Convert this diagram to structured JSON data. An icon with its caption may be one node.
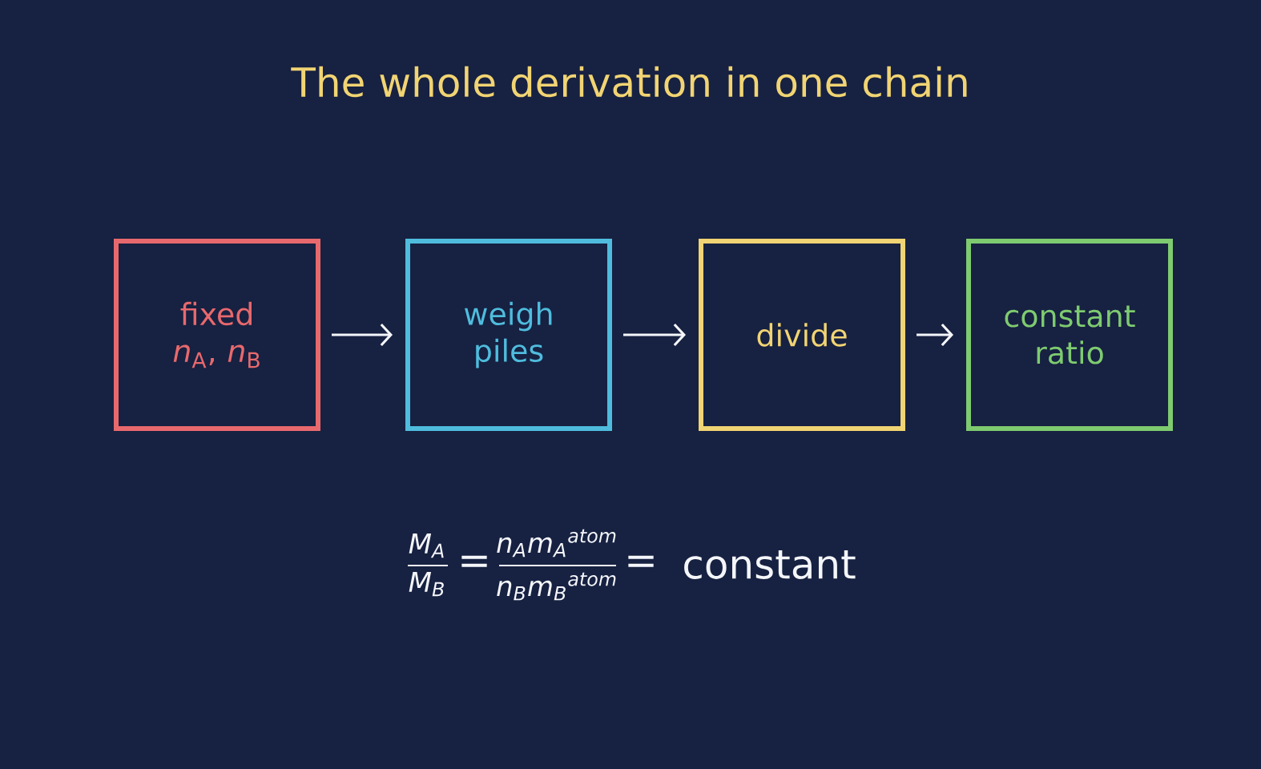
{
  "diagram": {
    "title": "The whole derivation in one chain",
    "nodes": [
      {
        "text": [
          "fixed *n*$_{A}$, *n*$_{B}$"
        ]
      },
      {
        "text": [
          "weigh piles"
        ]
      },
      {
        "text": [
          "divide"
        ]
      },
      {
        "text": [
          "constant ratio"
        ]
      }
    ],
    "edges": [
      {
        "from": 0,
        "to": 1,
        "arrow": "to"
      },
      {
        "from": 1,
        "to": 2,
        "arrow": "to"
      },
      {
        "from": 2,
        "to": 3,
        "arrow": "to"
      }
    ],
    "labels": [
      "M$_{A}$",
      "M$_{B}$",
      "=",
      "n$_{A}$m$_{A}$$^{atom}$",
      "n$_{B}$m$_{B}$$^{atom}$",
      "=",
      "constant"
    ]
  }
}
